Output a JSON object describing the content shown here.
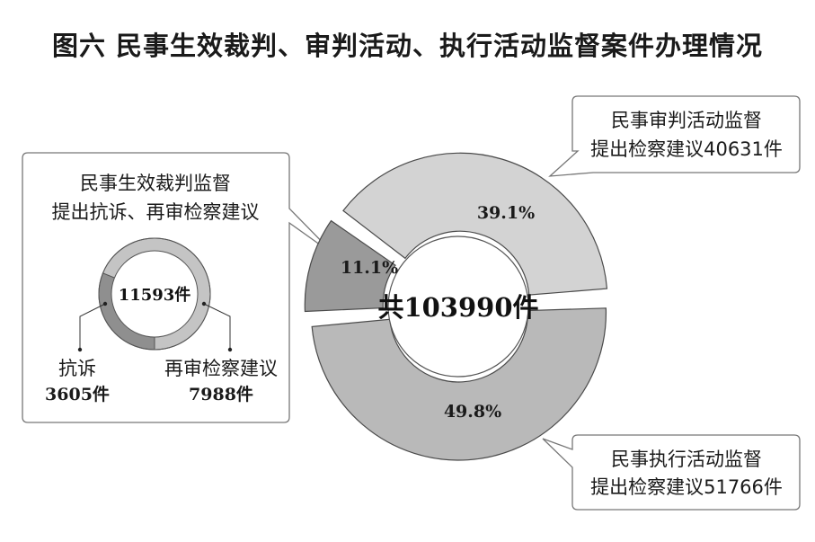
{
  "title": "图六  民事生效裁判、审判活动、执行活动监督案件办理情况",
  "chart_data": [
    {
      "type": "donut",
      "center_label": "共103990件",
      "total": 103990,
      "unit": "件",
      "slices": [
        {
          "key": "shenpan",
          "name_lines": [
            "民事审判活动监督",
            "提出检察建议40631件"
          ],
          "value": 40631,
          "percent_label": "39.1%",
          "color": "#d3d3d3"
        },
        {
          "key": "zhixing",
          "name_lines": [
            "民事执行活动监督",
            "提出检察建议51766件"
          ],
          "value": 51766,
          "percent_label": "49.8%",
          "color": "#b9b9b9"
        },
        {
          "key": "caipan",
          "name_lines": [
            "民事生效裁判监督",
            "提出抗诉、再审检察建议"
          ],
          "value": 11593,
          "percent_label": "11.1%",
          "color": "#9a9a9a"
        }
      ]
    },
    {
      "type": "donut",
      "center_label": "11593件",
      "total": 11593,
      "unit": "件",
      "slices": [
        {
          "key": "kangsu",
          "name": "抗诉",
          "value_label": "3605件",
          "value": 3605,
          "color": "#8f8f8f"
        },
        {
          "key": "zaishen",
          "name": "再审检察建议",
          "value_label": "7988件",
          "value": 7988,
          "color": "#c4c4c4"
        }
      ]
    }
  ]
}
